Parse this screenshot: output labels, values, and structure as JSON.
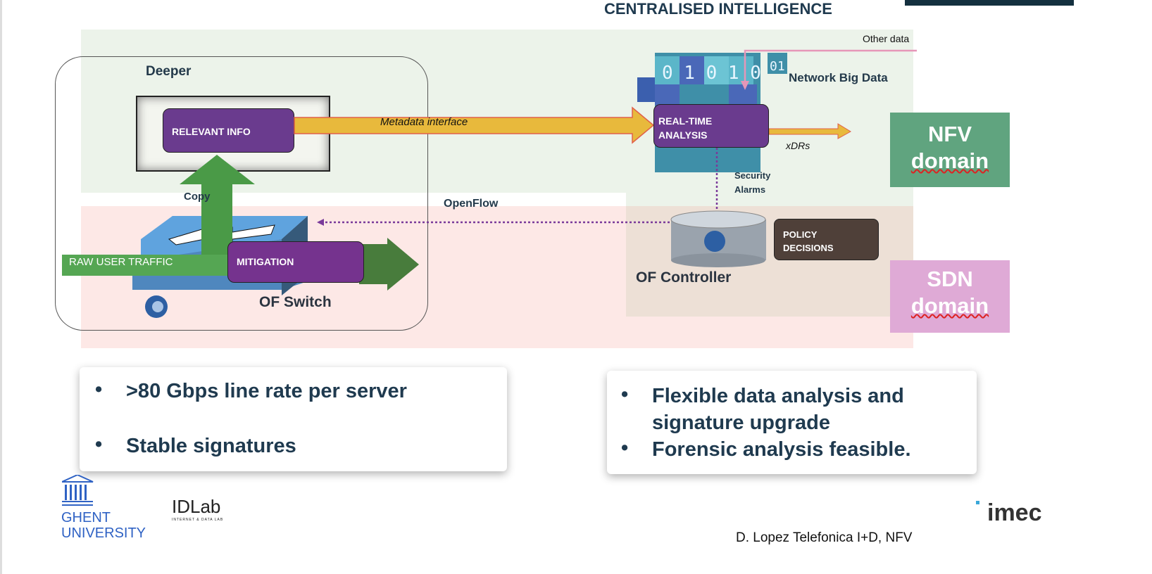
{
  "title": "CENTRALISED INTELLIGENCE",
  "diagram": {
    "deeper": "Deeper",
    "relevant_info": "RELEVANT INFO",
    "metadata_interface": "Metadata interface",
    "copy": "Copy",
    "raw_user_traffic": "RAW USER TRAFFIC",
    "mitigation": "MITIGATION",
    "of_switch": "OF Switch",
    "openflow": "OpenFlow",
    "other_data": "Other data",
    "network_big_data": "Network Big Data",
    "real_time_analysis_1": "REAL-TIME",
    "real_time_analysis_2": "ANALYSIS",
    "xdrs": "xDRs",
    "security_alarms_1": "Security",
    "security_alarms_2": "Alarms",
    "of_controller": "OF Controller",
    "policy_decisions_1": "POLICY",
    "policy_decisions_2": "DECISIONS",
    "nfv_1": "NFV",
    "nfv_2": "domain",
    "sdn_1": "SDN",
    "sdn_2": "domain"
  },
  "left_bullets": [
    ">80 Gbps line rate per server",
    "Stable signatures"
  ],
  "right_bullets": [
    "Flexible data analysis and",
    "signature upgrade",
    "Forensic analysis feasible."
  ],
  "bullet_char": "•",
  "logos": {
    "ghent_1": "GHENT",
    "ghent_2": "UNIVERSITY",
    "idlab": "IDLab",
    "idlab_sub": "INTERNET & DATA LAB",
    "imec": "imec"
  },
  "footer": "D. Lopez Telefonica I+D, NFV",
  "colors": {
    "nfv": "#60a47f",
    "sdn": "#dfaad6",
    "purple": "#6a3b8e",
    "arrow_yellow": "#e8b93c",
    "title": "#1f3a4f"
  }
}
